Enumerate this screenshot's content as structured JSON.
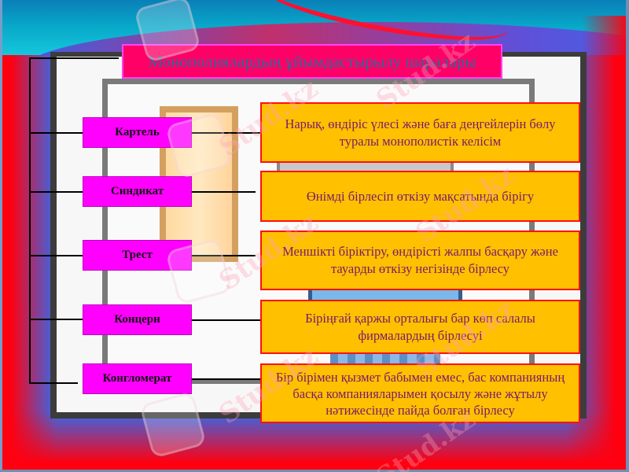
{
  "slide": {
    "title": "Монополиялардың ұйымдастырылу шаралары",
    "colors": {
      "title_bg": "#ff0066",
      "title_text": "#2a6a9a",
      "term_bg": "#ff00ff",
      "definition_bg": "#ffc000",
      "definition_border": "#ff1010",
      "definition_text": "#7a1a6a",
      "border_red": "#ff0010",
      "border_blue": "#2f6cf0"
    },
    "items": [
      {
        "term": "Картель",
        "definition": "Нарық, өндіріс үлесі және баға деңгейлерін бөлу туралы монополистік келісім"
      },
      {
        "term": "Синдикат",
        "definition": "Өнімді бірлесіп өткізу мақсатында бірігу"
      },
      {
        "term": "Трест",
        "definition": "Меншікті біріктіру, өндірісті жалпы басқару және тауарды өткізу негізінде бірлесу"
      },
      {
        "term": "Концерн",
        "definition": "Біріңғай қаржы орталығы бар көп салалы фирмалардың бірлесуі"
      },
      {
        "term": "Конгломерат",
        "definition": "Бір бірімен қызмет бабымен емес, бас компанияның басқа компанияларымен қосылу және жұтылу нәтижесінде пайда болған бірлесу"
      }
    ],
    "watermark": "Stud.kz"
  }
}
